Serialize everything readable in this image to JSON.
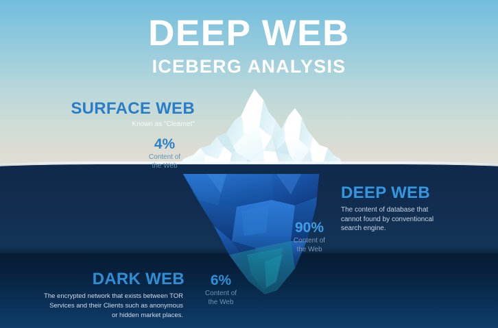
{
  "header": {
    "title": "DEEP WEB",
    "subtitle": "ICEBERG ANALYSIS"
  },
  "sections": {
    "surface": {
      "heading": "SURFACE WEB",
      "subtitle": "Known as \"Clearnet\"",
      "percent": "4%",
      "percent_label_line1": "Content of",
      "percent_label_line2": "the Web"
    },
    "deep": {
      "heading": "DEEP WEB",
      "description": "The content of database that cannot found by conventioncal search engine.",
      "percent": "90%",
      "percent_label_line1": "Content of",
      "percent_label_line2": "the Web"
    },
    "dark": {
      "heading": "DARK WEB",
      "description": "The  encrypted network that exists between TOR Services and their Clients such as  anonymous or hidden market places.",
      "percent": "6%",
      "percent_label_line1": "Content of",
      "percent_label_line2": "the Web"
    }
  },
  "colors": {
    "sky_top": "#72bddd",
    "sky_bottom": "#e2e0d8",
    "water_deep": "#102a4b",
    "water_dark": "#071b33",
    "water_bottom": "#0e3d6b",
    "accent_surface": "#2a7cc7",
    "accent_deep": "#3596e0",
    "accent_dark": "#2f8ed4",
    "ice_light": "#ffffff",
    "ice_shadow": "#d6edf2",
    "berg_blue_light": "#2f7fd6",
    "berg_blue_mid": "#1a5bb4",
    "berg_blue_dark": "#123f86",
    "berg_teal": "#17708e"
  },
  "chart_data": {
    "type": "pie",
    "title": "DEEP WEB ICEBERG ANALYSIS",
    "categories": [
      "Surface Web",
      "Deep Web",
      "Dark Web"
    ],
    "values": [
      4,
      90,
      6
    ],
    "unit": "% Content of the Web",
    "legend": "right",
    "annotations": [
      "Surface Web — Known as \"Clearnet\" — 4% Content of the Web",
      "Deep Web — The content of database that cannot found by conventioncal search engine. — 90% Content of the Web",
      "Dark Web — The encrypted network that exists between TOR Services and their Clients such as anonymous or hidden market places. — 6% Content of the Web"
    ]
  }
}
